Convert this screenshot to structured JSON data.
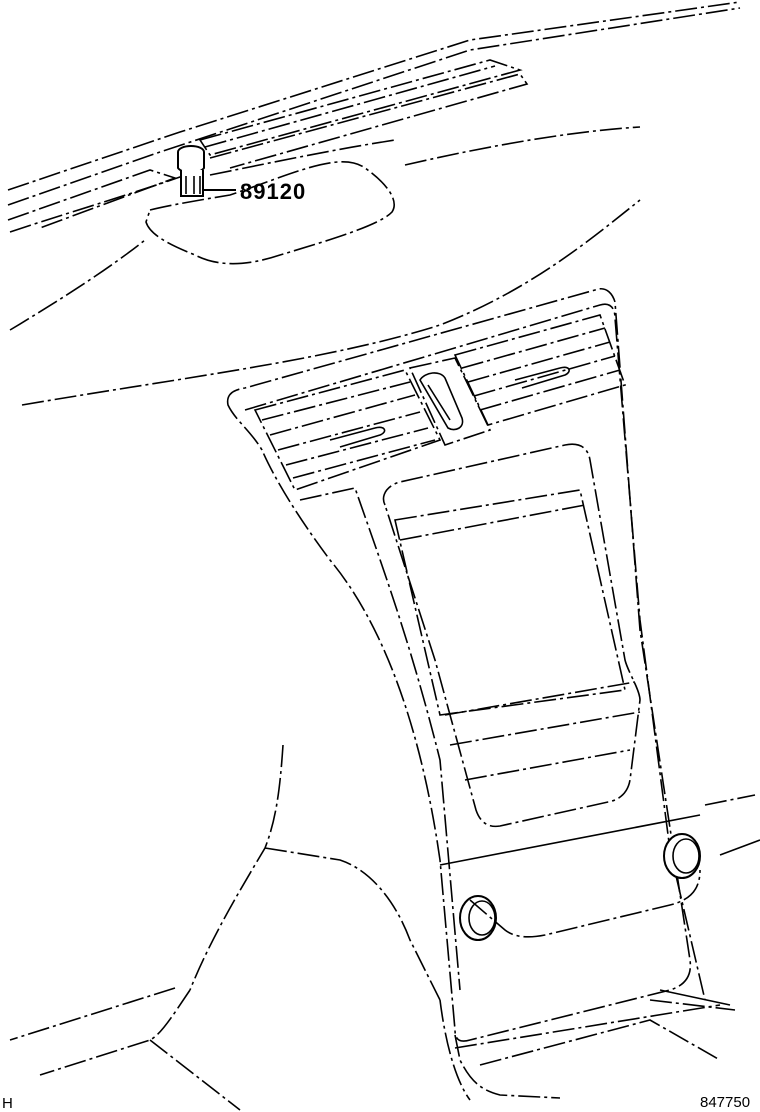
{
  "diagram": {
    "callouts": [
      {
        "id": "part-89120",
        "label": "89120"
      }
    ],
    "illustration_id": "847750",
    "corner_mark": "H"
  }
}
